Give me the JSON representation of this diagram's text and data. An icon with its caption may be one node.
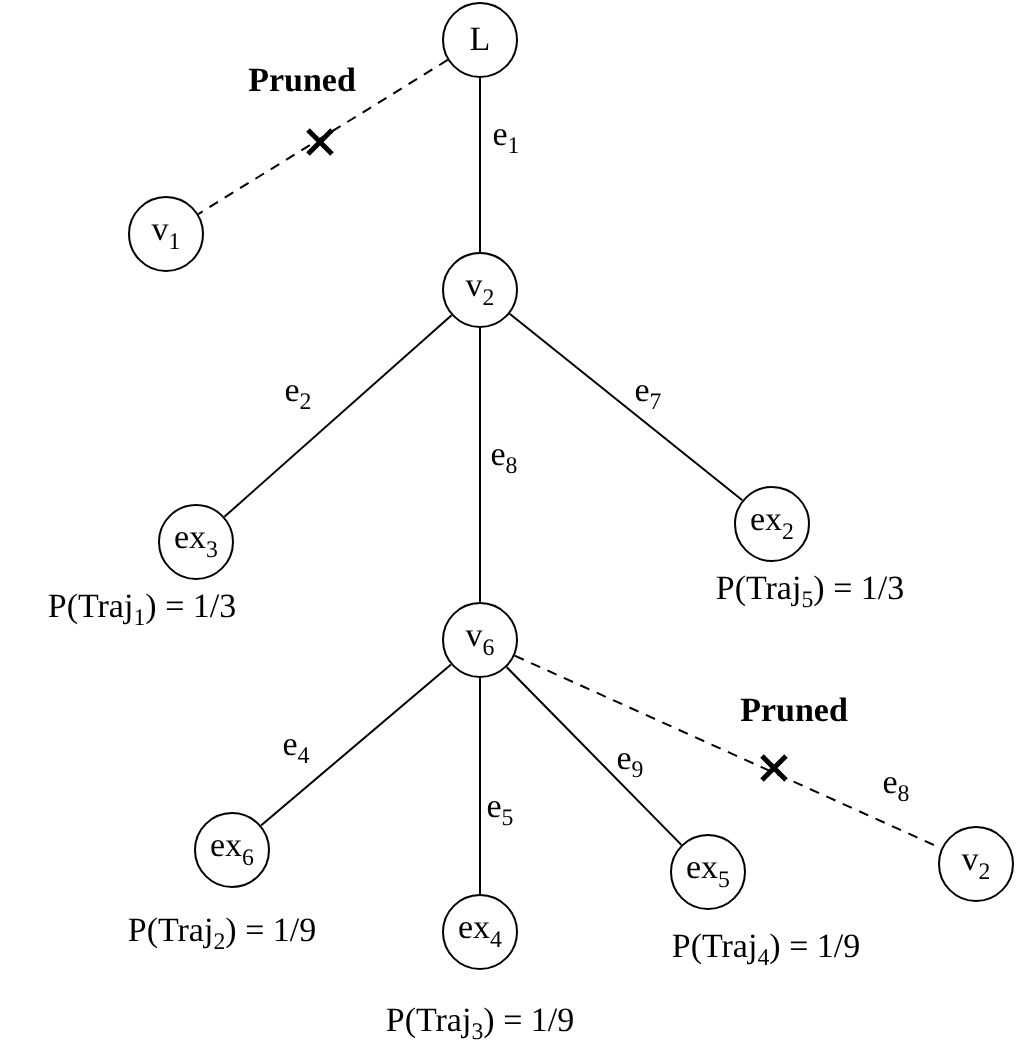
{
  "diagram": {
    "nodes": [
      {
        "text": [
          "L"
        ]
      },
      {
        "text": [
          "v$_{1}$"
        ]
      },
      {
        "text": [
          "v$_{2}$"
        ]
      },
      {
        "text": [
          "ex$_{3}$"
        ],
        "beside": [
          "P(Traj$_{1}$) = 1/3"
        ]
      },
      {
        "text": [
          "ex$_{2}$"
        ],
        "beside": [
          "P(Traj$_{5}$) = 1/3"
        ]
      },
      {
        "text": [
          "v$_{6}$"
        ]
      },
      {
        "text": [
          "ex$_{6}$"
        ],
        "beside": [
          "P(Traj$_{2}$) = 1/9"
        ]
      },
      {
        "text": [
          "ex$_{4}$"
        ],
        "beside": [
          "P(Traj$_{3}$) = 1/9"
        ]
      },
      {
        "text": [
          "ex$_{5}$"
        ],
        "beside": [
          "P(Traj$_{4}$) = 1/9"
        ]
      },
      {
        "text": [
          "v$_{2}$"
        ]
      }
    ],
    "edges": [
      {
        "from": 0,
        "to": 1,
        "arrow": "none",
        "style": "dashed"
      },
      {
        "from": 0,
        "to": 2,
        "arrow": "none",
        "label": "e$_{1}$"
      },
      {
        "from": 2,
        "to": 3,
        "arrow": "none",
        "label": "e$_{2}$"
      },
      {
        "from": 2,
        "to": 4,
        "arrow": "none",
        "label": "e$_{7}$"
      },
      {
        "from": 2,
        "to": 5,
        "arrow": "none",
        "label": "e$_{8}$"
      },
      {
        "from": 5,
        "to": 6,
        "arrow": "none",
        "label": "e$_{4}$"
      },
      {
        "from": 5,
        "to": 7,
        "arrow": "none",
        "label": "e$_{5}$"
      },
      {
        "from": 5,
        "to": 8,
        "arrow": "none",
        "label": "e$_{9}$"
      },
      {
        "from": 5,
        "to": 9,
        "arrow": "none",
        "style": "dashed",
        "label": "e$_{8}$"
      }
    ],
    "labels": [
      "Pruned",
      "Pruned"
    ]
  }
}
